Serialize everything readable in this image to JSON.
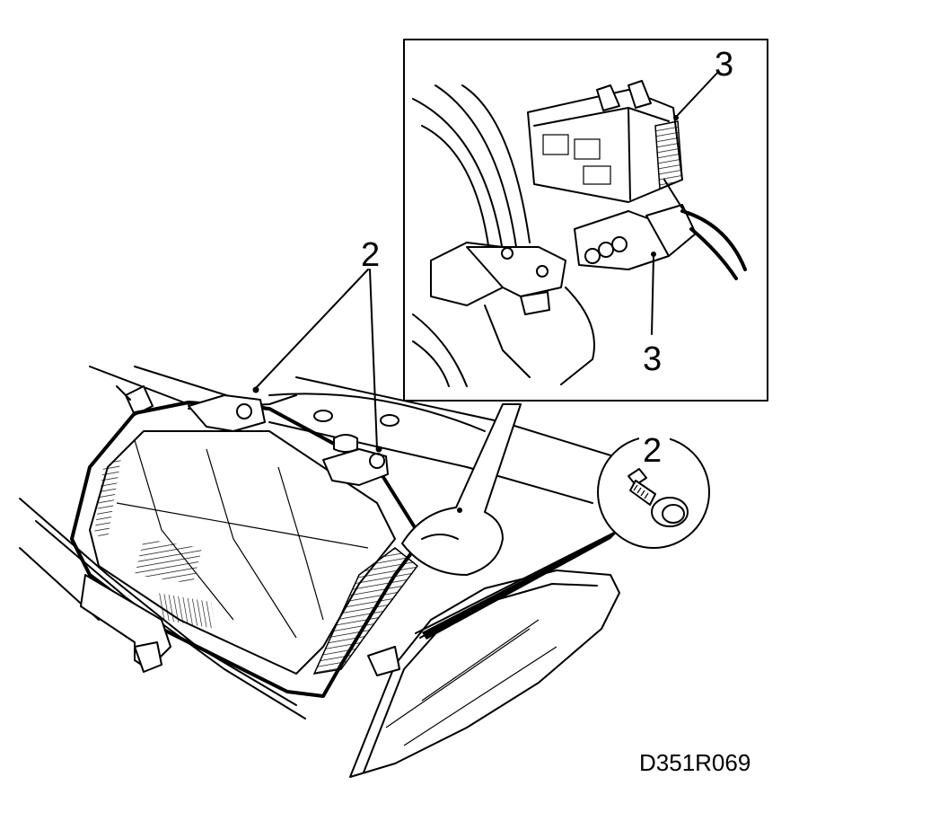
{
  "diagram": {
    "callouts": {
      "mount_bolts": "2",
      "detail_bolt": "2",
      "connector_upper": "3",
      "connector_lower": "3"
    },
    "figure_code": "D351R069"
  }
}
